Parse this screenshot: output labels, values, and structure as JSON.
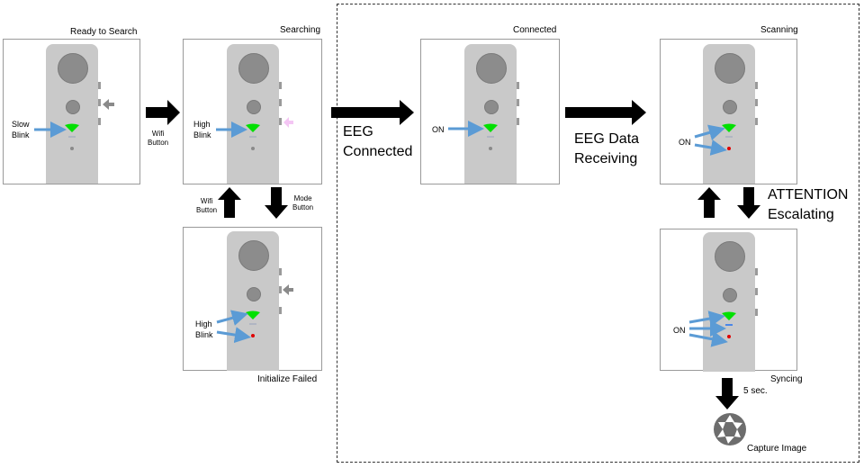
{
  "states": {
    "ready": {
      "title": "Ready to Search",
      "note": "Slow\nBlink"
    },
    "searching": {
      "title": "Searching",
      "note": "High\nBlink"
    },
    "failed": {
      "title": "Initialize Failed",
      "note": "High\nBlink"
    },
    "connected": {
      "title": "Connected",
      "note": "ON"
    },
    "scanning": {
      "title": "Scanning",
      "note": "ON"
    },
    "syncing": {
      "title": "Syncing",
      "note": "ON"
    }
  },
  "transitions": {
    "wifi_button_1": "Wifi\nButton",
    "wifi_button_2": "Wifi\nButton",
    "mode_button": "Mode\nButton",
    "eeg_connected": "EEG\nConnected",
    "eeg_data_receiving": "EEG Data\nReceiving",
    "attention_escalating": "ATTENTION\nEscalating",
    "five_sec": "5 sec."
  },
  "capture": {
    "label": "Capture Image",
    "icon": "camera-shutter-icon"
  },
  "colors": {
    "led_green": "#00e000",
    "led_red": "#e00000",
    "pointer_blue": "#5b9bd5",
    "device_gray": "#c9c9c9"
  }
}
